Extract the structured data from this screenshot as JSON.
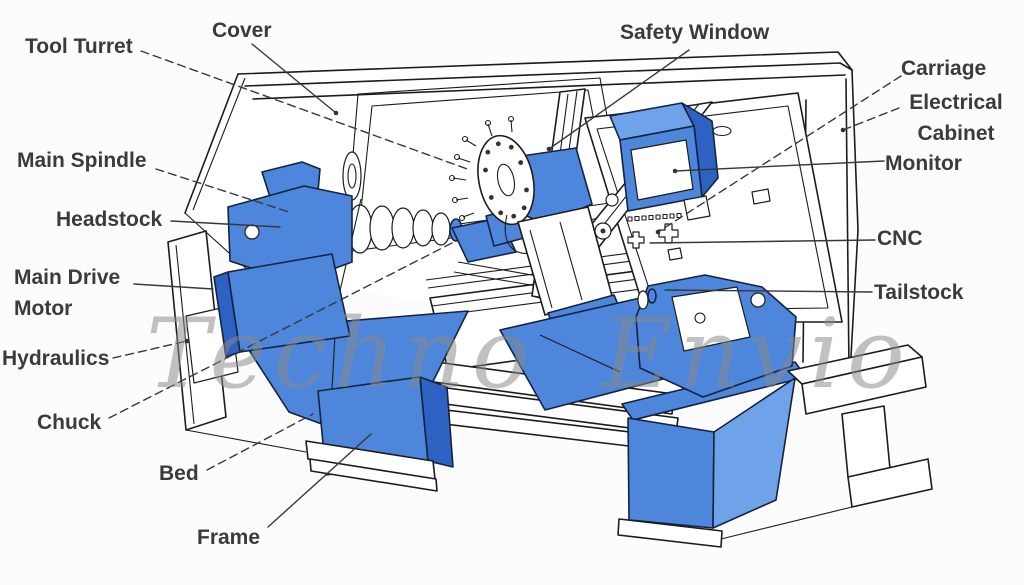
{
  "watermark": {
    "text": "Techno Envio"
  },
  "colors": {
    "part_blue": "#4d86db",
    "part_blue_light": "#6ea3ea",
    "part_blue_dark": "#2e62c2",
    "outline": "#1c1c1c",
    "label_text": "#3b3b3b",
    "watermark_gray": "#8a8a8a",
    "background": "#fcfcfc"
  },
  "labels": {
    "tool_turret": {
      "text": "Tool Turret"
    },
    "cover": {
      "text": "Cover"
    },
    "safety_window": {
      "text": "Safety Window"
    },
    "carriage": {
      "text": "Carriage"
    },
    "electrical_cabinet": {
      "line1": "Electrical",
      "line2": "Cabinet"
    },
    "main_spindle": {
      "text": "Main Spindle"
    },
    "monitor": {
      "text": "Monitor"
    },
    "headstock": {
      "text": "Headstock"
    },
    "cnc": {
      "text": "CNC"
    },
    "main_drive_motor": {
      "line1": "Main Drive",
      "line2": "Motor"
    },
    "tailstock": {
      "text": "Tailstock"
    },
    "hydraulics": {
      "text": "Hydraulics"
    },
    "chuck": {
      "text": "Chuck"
    },
    "bed": {
      "text": "Bed"
    },
    "frame": {
      "text": "Frame"
    }
  }
}
